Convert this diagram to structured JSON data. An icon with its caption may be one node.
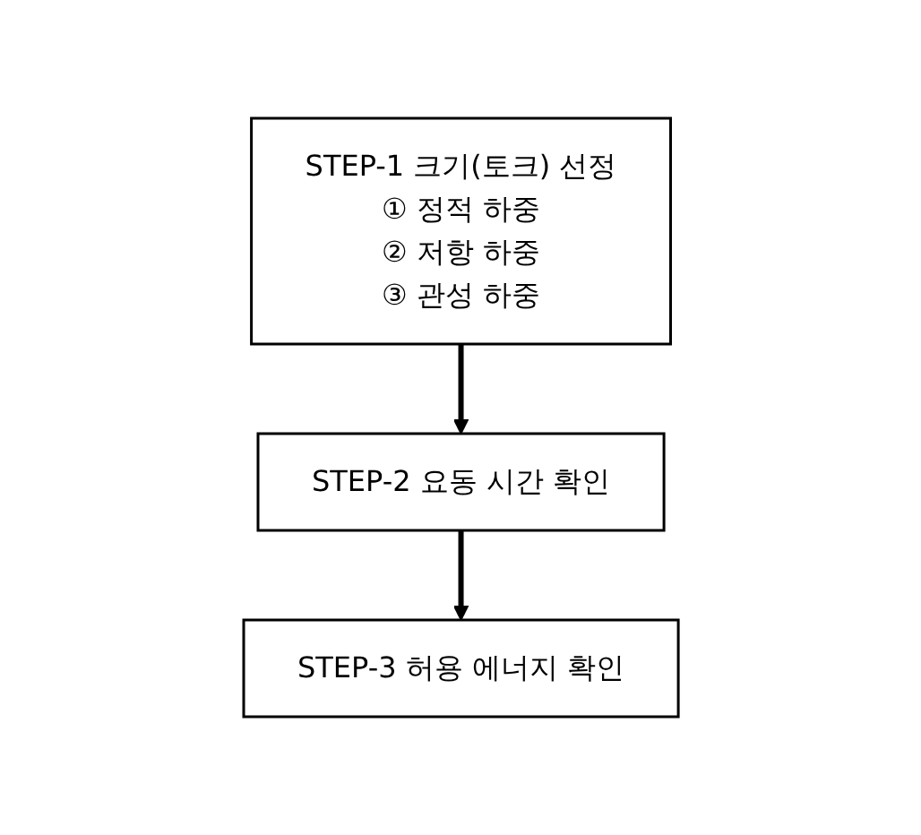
{
  "diagram": {
    "nodes": [
      {
        "text": [
          "STEP-1 크기(토크) 선정",
          "① 정적 하중",
          "② 저항 하중",
          "③ 관성 하중"
        ]
      },
      {
        "text": [
          "STEP-2 요동 시간 확인"
        ]
      },
      {
        "text": [
          "STEP-3 허용 에너지 확인"
        ]
      }
    ],
    "edges": [
      {
        "from": 0,
        "to": 1,
        "arrow": "to"
      },
      {
        "from": 1,
        "to": 2,
        "arrow": "to"
      }
    ]
  }
}
